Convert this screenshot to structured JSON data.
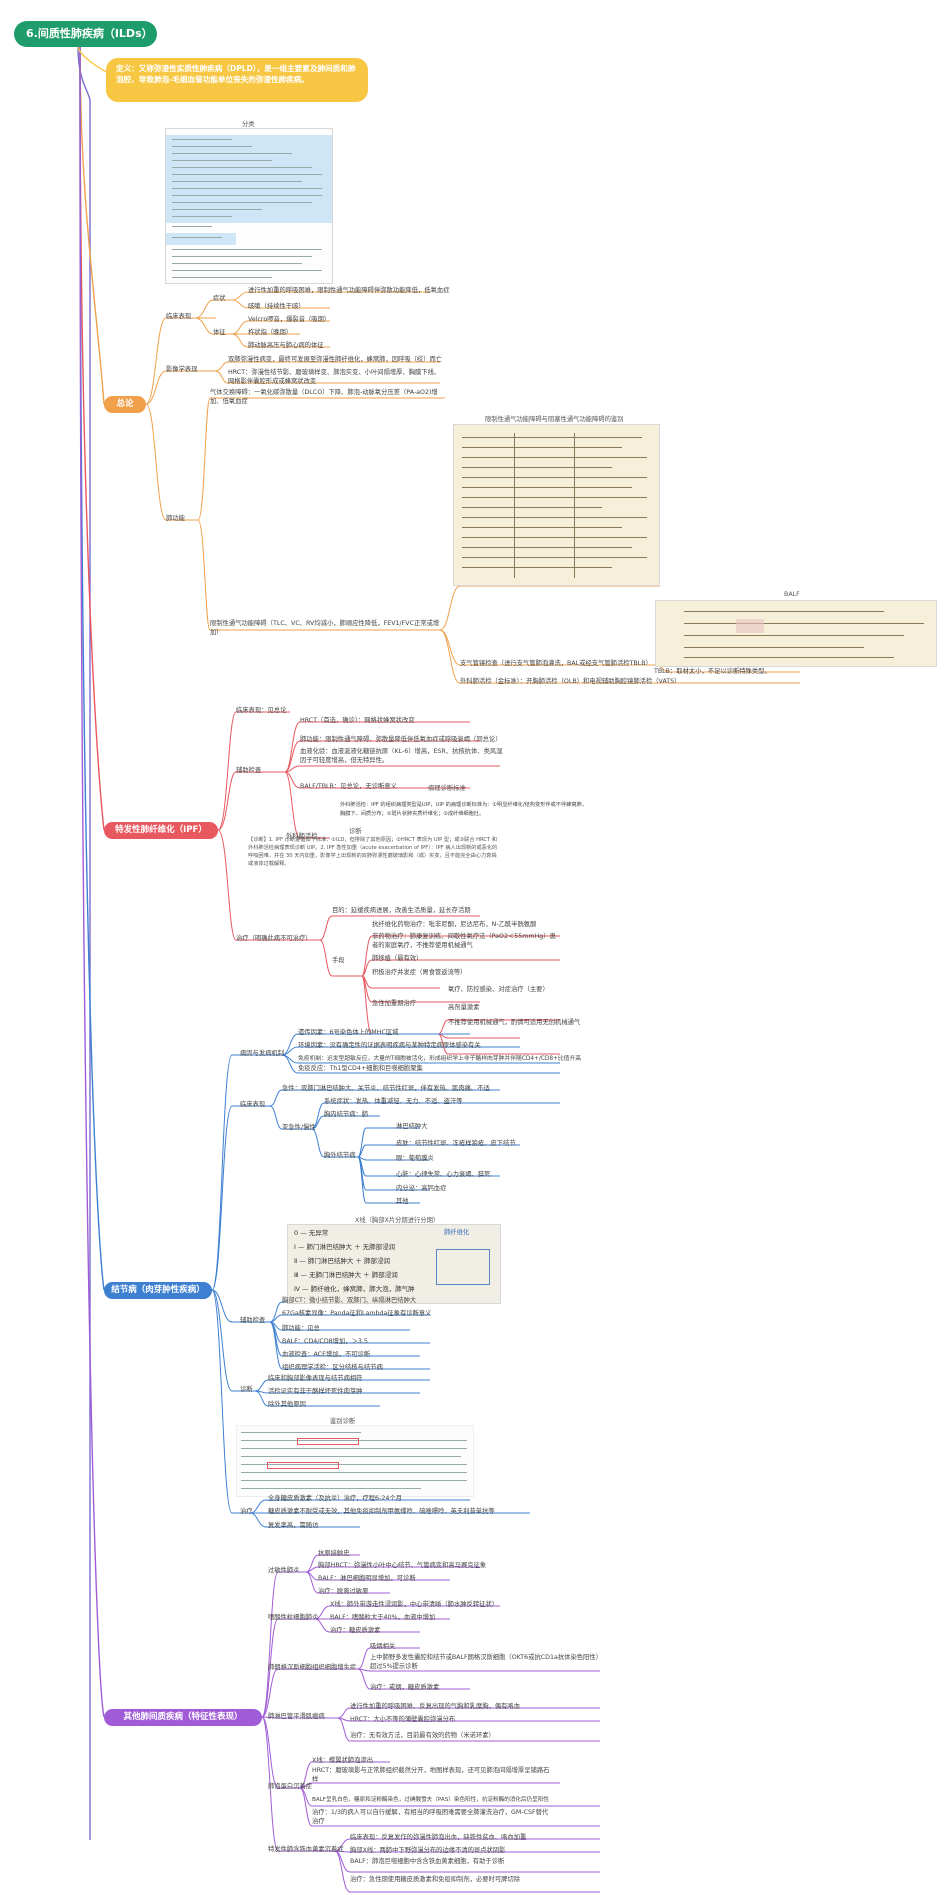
{
  "title": "6.间质性肺疾病（ILDs）",
  "definition": "定义：又称弥漫性实质性肺疾病（DPLD），是一组主要累及肺间质和肺泡腔，导致肺泡-毛细血管功能单位丧失的弥漫性肺疾病。",
  "colors": {
    "root": "#1e9c6c",
    "note": "#f7c744",
    "general": "#f0a04b",
    "ipf": "#e8585f",
    "sarcoid": "#3d7fd1",
    "other": "#a05cd6"
  },
  "categories": [
    {
      "id": "general",
      "label": "总论"
    },
    {
      "id": "ipf",
      "label": "特发性肺纤维化（IPF）"
    },
    {
      "id": "sarcoid",
      "label": "结节病（肉芽肿性疾病）"
    },
    {
      "id": "other",
      "label": "其他肺间质疾病（特征性表现）"
    }
  ],
  "general": {
    "classification_caption": "分类",
    "clinical": "临床表现",
    "symptom": "症状",
    "symptom_items": [
      "进行性加重的呼吸困难，限制性通气功能障碍伴弥散功能降低，低氧血症",
      "咳嗽（持续性干咳）"
    ],
    "sign": "体征",
    "sign_items": [
      "Velcro啰音，爆裂音（吸期）",
      "杵状指（晚期）",
      "肺动脉高压与肺心病的体征"
    ],
    "imaging": "影像学表现",
    "imaging_items": [
      "双肺弥漫性病变，最终可发展至弥漫性肺纤维化，蜂窝肺，因呼吸（绞）而亡",
      "HRCT：弥漫性结节影、磨玻璃样变、肺泡实变、小叶间隔增厚、胸膜下线、网格影伴囊腔形成或蜂窝状改变"
    ],
    "pft": "肺功能",
    "pft_diffusion": "气体交换障碍：一氧化碳弥散量（DLCO）下降、肺泡-动脉氧分压差（PA-aO2)增加、低氧血症",
    "pft_restrictive": "限制性通气功能障碍（TLC、VC、RV均减小，肺顺应性降低，FEV1/FVC正常或增加）",
    "pft_table_caption": "限制性通气功能障碍与阻塞性通气功能障碍的鉴别",
    "balf_caption": "BALF",
    "bronch": "支气管镜检查（进行支气管肺泡灌洗，BAL或经支气管肺活检TBLB）",
    "tblb": "TBLB：取材太小，不足以诊断特殊类型。",
    "surgery": "外科肺活检（金标准）：开胸肺活检（OLB）和电视辅助胸腔镜肺活检（VATS）"
  },
  "ipf": {
    "clinical": "临床表现：见总论",
    "aux": "辅助检查",
    "aux_items": [
      "HRCT（首选，确诊）：网格状蜂窝状改变",
      "肺功能：限制性通气障碍、弥散量降低伴低氧血症或呼吸衰竭（同总论）",
      "血液化验：血液涎液化糖链抗原（KL-6）增高，ESR、抗核抗体、类风湿因子可轻度增高，但无特异性。",
      "BALF/TBLB：见总论，无诊断意义"
    ],
    "surgery": "外科肺活检",
    "path_caption": "病理诊断标准",
    "path_text": "外科肺活检：IPF 的组织病理类型是UIP，UIP 的病理诊断标准为：①明显纤维化/结构变形伴或不伴蜂窝肺，胸膜下，间质分布；②斑片状肺实质纤维化；③成纤维细胞灶。",
    "diag_caption": "诊断",
    "diag_text": "【诊断】1. IPF 诊断遵循如下标准：①ILD，但排除了其他原因；②HRCT 表现为 UIP 型；或③联合 HRCT 和外科肺活检病理表现诊断 UIP。2. IPF 急性加重（acute exacerbation of IPF）：IPF 病人出现新的或恶化的呼吸困难，并在 30 天内加重，影像学上出现新的双肺弥漫性磨玻璃影和（或）实变，且不能完全由心力衰竭或液体过载解释。",
    "treat": "治疗（明确此病不可治疗）",
    "treat_goal": "目的：延缓疾病进展，改善生活质量，延长存活期",
    "treat_means": "手段",
    "means_items": [
      "抗纤维化药物治疗：吡非尼酮，尼达尼布，N-乙酰半胱氨酸",
      "非药物治疗：肺康复训练、间歇性氧疗法（PaO2＜55mmHg）患者的家庭氧疗，不推荐使用机械通气",
      "肺移植（最有效）",
      "积极治疗并发症（胃食管返流等）"
    ],
    "acute": "急性加重期治疗",
    "acute_items": [
      "氧疗、防控感染、对症治疗（主要）",
      "高剂量激素",
      "不推荐使用机械通气，酌情可适用无创机械通气"
    ]
  },
  "sarcoid": {
    "cause": "病因与发病机制",
    "cause_items": [
      "遗传因素：6号染色体上的MHC区域",
      "环境因素：没有确定性的证据表明疾病与某种特定病原体感染有关",
      "免疫机制：迟发型超敏反应，大量的T细胞被活化，形成组织学上非干酪样肉芽肿并伴随CD4+/CD8+比值升高",
      "免疫反应：Th1型CD4+细胞和巨噬细胞聚集"
    ],
    "clinical": "临床表现",
    "acute": "急性：双肺门淋巴结肿大、关节炎、结节性红斑，伴有发热、肌肉痛、不适",
    "sub": "亚急性/慢性",
    "systemic": "系统症状：发热、体重减轻、无力、不适、盗汗等",
    "thoracic": "胸内结节病：肺",
    "extra": "胸外结节病",
    "extra_items": [
      "淋巴结肿大",
      "皮肤：结节性红斑、冻疮样狼疮、皮下结节",
      "眼：葡萄膜炎",
      "心脏：心律失常、心力衰竭、猝死",
      "内分泌：高钙血症",
      "其他"
    ],
    "xray_caption": "X线（胸部X片分期进行分期）",
    "xray_items": [
      "0 — 无异常",
      "Ⅰ — 肺门淋巴结肿大 ＋ 无肺部浸润",
      "Ⅱ — 肺门淋巴结肿大 ＋ 肺部浸润",
      "Ⅲ — 无肺门淋巴结肿大 ＋ 肺部浸润",
      "Ⅳ — 肺纤维化，蜂窝肺，肺大泡，肺气肿"
    ],
    "xray_note": "肺纤维化",
    "aux": "辅助检查",
    "aux_items": [
      "胸部CT：微小结节影、双肺门、纵隔淋巴结肿大",
      "67Ga核素显像：Panda征和Lambda征象有诊断意义",
      "肺功能：见总",
      "BALF：CD4/CD8增加，＞3.5",
      "血液检查：ACE增加，不可诊断",
      "组织病理学活检：区分结核与结节病"
    ],
    "diag": "诊断",
    "diag_items": [
      "临床和胸部影像表现与结节病相符",
      "活检证实有非干酪样坏死性肉芽肿",
      "除外其他原因"
    ],
    "diag_caption": "鉴别诊断",
    "treat": "治疗",
    "treat_items": [
      "全身糖皮质激素（及抗炎）治疗，疗程6-24个月",
      "糖皮质激素不耐受或无效，其他免疫抑制剂甲氨蝶呤、硫唑嘌呤、英夫利昔单抗等",
      "复发率高，需随访"
    ]
  },
  "other": {
    "hp": "过敏性肺炎",
    "hp_items": [
      "抗原接触史",
      "胸部HRCT：弥漫性小叶中心结节、气管病变和高马赛克征象",
      "BALF：淋巴细胞明显增加，可诊断",
      "治疗：脱离过敏原"
    ],
    "eos": "嗜酸性粒细胞肺炎",
    "eos_items": [
      "X线：肺外带游走性浸润影，中心带清晰（肺水肿反转征状）",
      "BALF：嗜酸粒大于40%，血液中增加",
      "治疗：糖皮质激素"
    ],
    "lch": "肺朗格汉斯细胞组织细胞增生症",
    "lch_items": [
      "吸烟相关",
      "上中肺野多发性囊腔和结节或BALF朗格汉斯细胞（OKT6或抗CD1a抗体染色阳性）超过5%提示诊断",
      "治疗：戒烟，糖皮质激素"
    ],
    "lam": "肺淋巴管平滑肌瘤病",
    "lam_items": [
      "进行性加重的呼吸困难、反复出现的气胸和乳糜胸，偶有咯血",
      "HRCT：大小不等的薄壁囊腔弥漫分布",
      "治疗：无有效方法，目前最有效的药物（米诺环素）"
    ],
    "pap": "肺泡蛋白沉着症",
    "pap_items": [
      "X线：蝶翼状肺泡渗出",
      "HRCT：磨玻璃影与正常肺组织截然分开，地图样表现，还可见肺泡间隔增厚呈铺路石样",
      "BALF呈乳白色，糖原和淀粉酶染色，过碘酸雪夫（PAS）染色阳性，抗淀粉酶的消化后仍呈阳性",
      "治疗：1/3的病人可以自行缓解，有相当的呼吸困难需要全肺灌洗治疗，GM-CSF替代治疗"
    ],
    "aip": "特发性肺含铁血黄素沉着症",
    "aip_items": [
      "临床表现：反复发作的弥漫性肺泡出血，缺铁性贫血、咯血加重",
      "胸部X线：两肺中下野弥漫分布的边缘不清的斑点状阴影",
      "BALF：肺泡巨噬细胞中含含铁血黄素细胞，有助于诊断",
      "治疗：急性期使用糖皮质激素和免疫抑制剂，必要时可脾切除"
    ]
  }
}
